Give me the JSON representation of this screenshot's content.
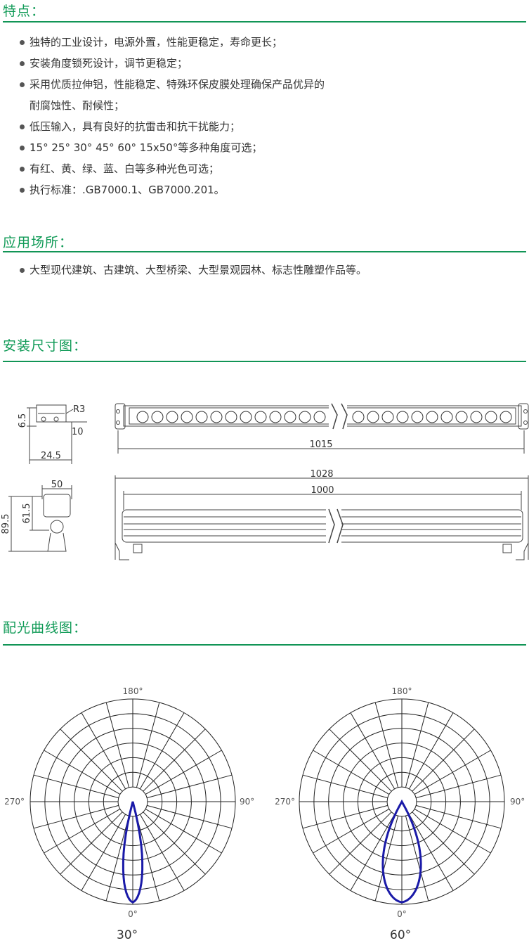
{
  "features": {
    "title": "特点：",
    "items": [
      "独特的工业设计，电源外置，性能更稳定，寿命更长；",
      "安装角度锁死设计，调节更稳定；",
      "采用优质拉伸铝，性能稳定、特殊环保皮膜处理确保产品优异的",
      "低压输入，具有良好的抗雷击和抗干扰能力；",
      "15° 25° 30° 45° 60° 15x50°等多种角度可选；",
      "有红、黄、绿、蓝、白等多种光色可选；",
      "执行标准：.GB7000.1、GB7000.201。"
    ],
    "item3_cont": "耐腐蚀性、耐候性；"
  },
  "applications": {
    "title": "应用场所：",
    "items": [
      "大型现代建筑、古建筑、大型桥梁、大型景观园林、标志性雕塑作品等。"
    ]
  },
  "install": {
    "title": "安装尺寸图：",
    "dims": {
      "r3": "R3",
      "d6_5": "6.5",
      "d10": "10",
      "d24_5": "24.5",
      "d1015": "1015",
      "d1028": "1028",
      "d1000": "1000",
      "d50": "50",
      "d61_5": "61.5",
      "d89_5": "89.5"
    }
  },
  "curves": {
    "title": "配光曲线图：",
    "axis": {
      "top": "180°",
      "left": "270°",
      "right": "90°",
      "bottom": "0°"
    },
    "charts": [
      {
        "label": "30°",
        "beam_angle": 30
      },
      {
        "label": "60°",
        "beam_angle": 60
      }
    ],
    "colors": {
      "accent": "#0f9a56",
      "curve": "#1a1aa8"
    }
  }
}
